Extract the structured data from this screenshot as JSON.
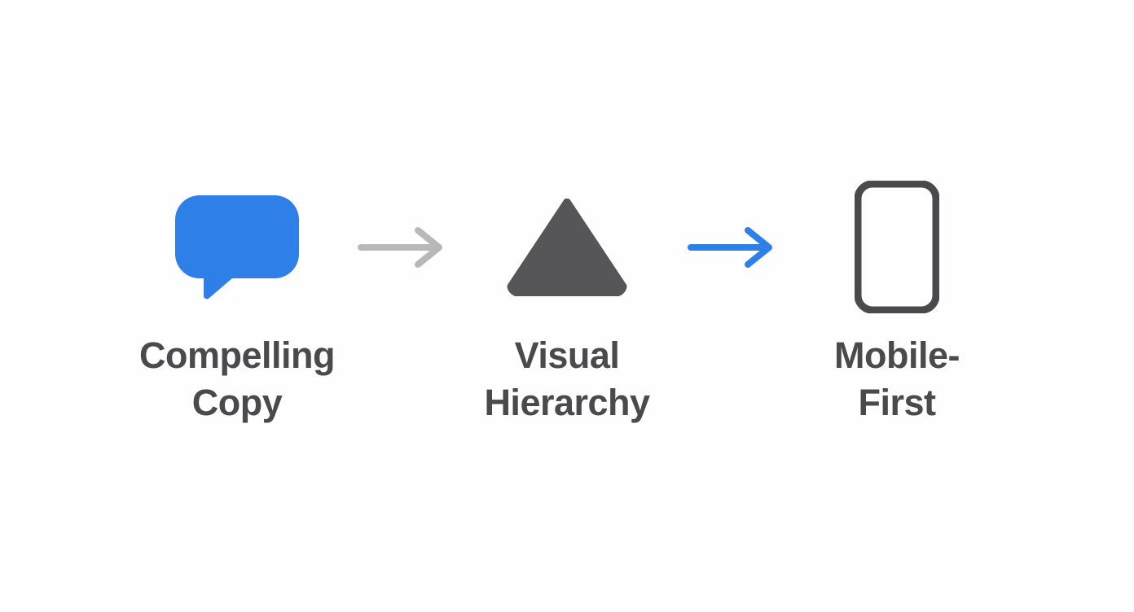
{
  "diagram": {
    "type": "process-flow",
    "orientation": "horizontal",
    "background_color": "#fefefe",
    "label_color": "#4a4a4d",
    "steps": [
      {
        "id": "compelling-copy",
        "label": "Compelling Copy",
        "icon": "speech-bubble-icon",
        "icon_color": "#2f7fe8"
      },
      {
        "id": "visual-hierarchy",
        "label": "Visual Hierarchy",
        "icon": "triangle-icon",
        "icon_color": "#565659"
      },
      {
        "id": "mobile-first",
        "label": "Mobile-First",
        "icon": "mobile-phone-icon",
        "icon_color": "#4a4a4d"
      }
    ],
    "connectors": [
      {
        "id": "connector-1",
        "icon": "arrow-right-icon",
        "color": "#b8b8b8",
        "from": "compelling-copy",
        "to": "visual-hierarchy"
      },
      {
        "id": "connector-2",
        "icon": "arrow-right-icon",
        "color": "#2f7fe8",
        "from": "visual-hierarchy",
        "to": "mobile-first"
      }
    ]
  }
}
